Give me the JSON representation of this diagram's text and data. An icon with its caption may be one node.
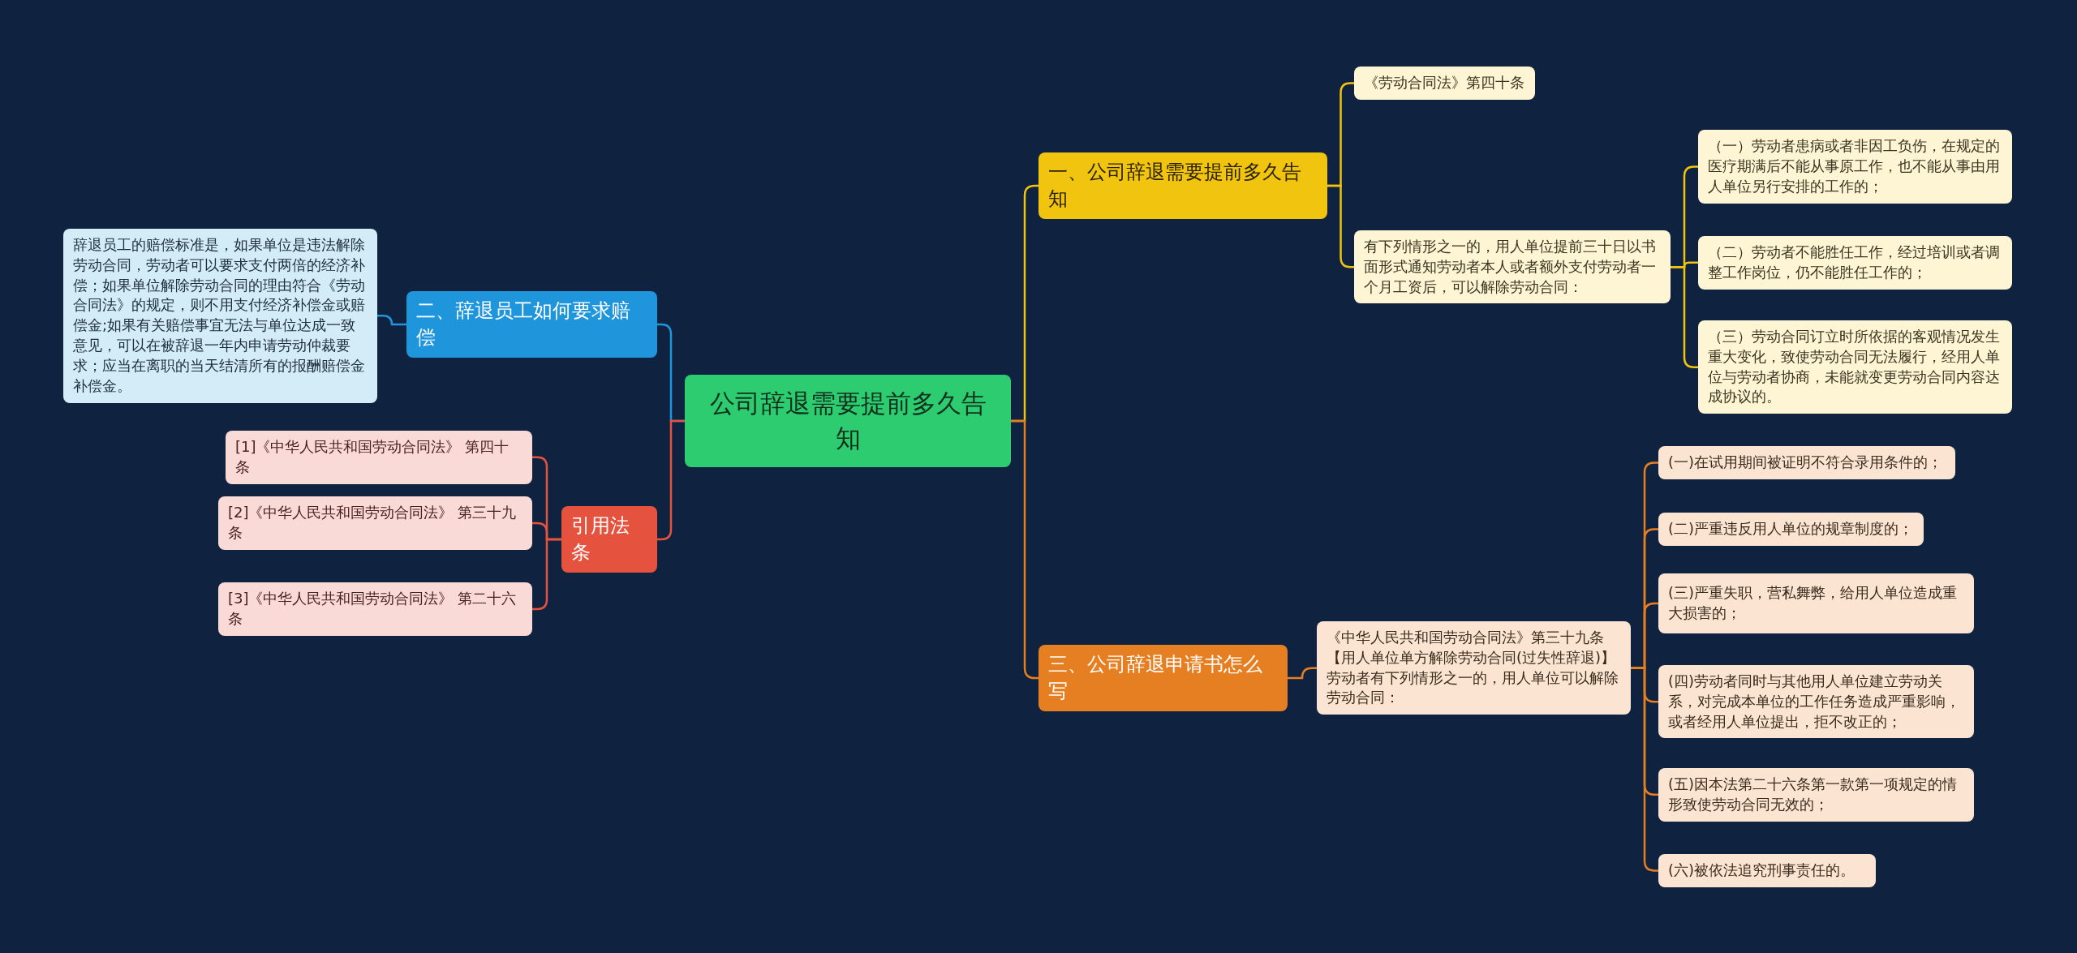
{
  "diagram": {
    "nodes": [
      {
        "text": [
          "公司辞退需要提前多久告知"
        ]
      },
      {
        "text": [
          "一、公司辞退需要提前多久告知"
        ]
      },
      {
        "text": [
          "《劳动合同法》第四十条"
        ]
      },
      {
        "text": [
          "有下列情形之一的，用人单位提前三十日以书面形式通知劳动者本人或者额外支付劳动者一个月工资后，可以解除劳动合同："
        ]
      },
      {
        "text": [
          "（一）劳动者患病或者非因工负伤，在规定的医疗期满后不能从事原工作，也不能从事由用人单位另行安排的工作的；"
        ]
      },
      {
        "text": [
          "（二）劳动者不能胜任工作，经过培训或者调整工作岗位，仍不能胜任工作的；"
        ]
      },
      {
        "text": [
          "（三）劳动合同订立时所依据的客观情况发生重大变化，致使劳动合同无法履行，经用人单位与劳动者协商，未能就变更劳动合同内容达成协议的。"
        ]
      },
      {
        "text": [
          "三、公司辞退申请书怎么写"
        ]
      },
      {
        "text": [
          "《中华人民共和国劳动合同法》第三十九条【用人单位单方解除劳动合同(过失性辞退)】劳动者有下列情形之一的，用人单位可以解除劳动合同："
        ]
      },
      {
        "text": [
          "(一)在试用期间被证明不符合录用条件的；"
        ]
      },
      {
        "text": [
          "(二)严重违反用人单位的规章制度的；"
        ]
      },
      {
        "text": [
          "(三)严重失职，营私舞弊，给用人单位造成重大损害的；"
        ]
      },
      {
        "text": [
          "(四)劳动者同时与其他用人单位建立劳动关系，对完成本单位的工作任务造成严重影响，或者经用人单位提出，拒不改正的；"
        ]
      },
      {
        "text": [
          "(五)因本法第二十六条第一款第一项规定的情形致使劳动合同无效的；"
        ]
      },
      {
        "text": [
          "(六)被依法追究刑事责任的。"
        ]
      },
      {
        "text": [
          "二、辞退员工如何要求赔偿"
        ]
      },
      {
        "text": [
          "辞退员工的赔偿标准是，如果单位是违法解除劳动合同，劳动者可以要求支付两倍的经济补偿；如果单位解除劳动合同的理由符合《劳动合同法》的规定，则不用支付经济补偿金或赔偿金;如果有关赔偿事宜无法与单位达成一致意见，可以在被辞退一年内申请劳动仲裁要求；应当在离职的当天结清所有的报酬赔偿金补偿金。"
        ]
      },
      {
        "text": [
          "引用法条"
        ]
      },
      {
        "text": [
          "[1]《中华人民共和国劳动合同法》 第四十条"
        ]
      },
      {
        "text": [
          "[2]《中华人民共和国劳动合同法》 第三十九条"
        ]
      },
      {
        "text": [
          "[3]《中华人民共和国劳动合同法》 第二十六条"
        ]
      }
    ],
    "edges": [
      {
        "from": 0,
        "to": 1,
        "arrow": "none",
        "color": "#f1c40f"
      },
      {
        "from": 1,
        "to": 2,
        "arrow": "none",
        "color": "#f1c40f"
      },
      {
        "from": 1,
        "to": 3,
        "arrow": "none",
        "color": "#f1c40f"
      },
      {
        "from": 3,
        "to": 4,
        "arrow": "none",
        "color": "#f1c40f"
      },
      {
        "from": 3,
        "to": 5,
        "arrow": "none",
        "color": "#f1c40f"
      },
      {
        "from": 3,
        "to": 6,
        "arrow": "none",
        "color": "#f1c40f"
      },
      {
        "from": 0,
        "to": 7,
        "arrow": "none"
      },
      {
        "from": 7,
        "to": 8,
        "arrow": "none"
      },
      {
        "from": 8,
        "to": 9,
        "arrow": "none"
      },
      {
        "from": 8,
        "to": 10,
        "arrow": "none"
      },
      {
        "from": 8,
        "to": 11,
        "arrow": "none"
      },
      {
        "from": 8,
        "to": 12,
        "arrow": "none"
      },
      {
        "from": 8,
        "to": 13,
        "arrow": "none"
      },
      {
        "from": 8,
        "to": 14,
        "arrow": "none"
      },
      {
        "from": 0,
        "to": 15,
        "arrow": "none",
        "color": "#1f95dc"
      },
      {
        "from": 15,
        "to": 16,
        "arrow": "none",
        "color": "#1f95dc"
      },
      {
        "from": 0,
        "to": 17,
        "arrow": "none",
        "color": "#e5533e"
      },
      {
        "from": 17,
        "to": 18,
        "arrow": "none",
        "color": "#e5533e"
      },
      {
        "from": 17,
        "to": 19,
        "arrow": "none",
        "color": "#e5533e"
      },
      {
        "from": 17,
        "to": 20,
        "arrow": "none",
        "color": "#e5533e"
      }
    ]
  }
}
